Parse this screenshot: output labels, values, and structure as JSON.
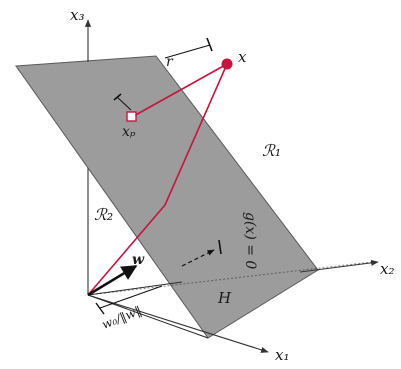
{
  "diagram": {
    "axis_labels": {
      "x1": "x₁",
      "x2": "x₂",
      "x3": "x₃"
    },
    "labels": {
      "point": "x",
      "projection": "xₚ",
      "distance": "r",
      "region1": "ℛ₁",
      "region2": "ℛ₂",
      "normal_vector": "w",
      "offset": "w₀/‖w‖",
      "plane_equation": "g(x) = 0",
      "hyperplane": "H"
    },
    "colors": {
      "plane_fill": "#9c9c9c",
      "accent": "#c8143c",
      "axis": "#333333"
    }
  }
}
